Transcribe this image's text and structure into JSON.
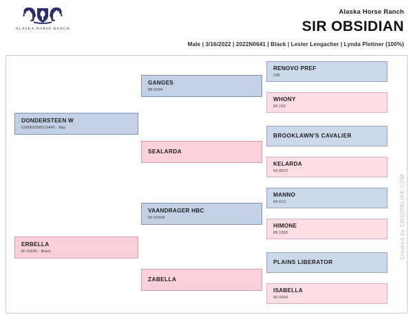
{
  "header": {
    "logo_text": "ALASKA HORSE RANCH",
    "ranch_name": "Alaska Horse Ranch",
    "horse_name": "SIR OBSIDIAN",
    "meta": "Male | 3/16/2022 | 2022N0641 | Black | Lester Lengacher | Lynda Plettner (100%)"
  },
  "watermark": "Created by CRIQONLINE.COM",
  "colors": {
    "sire_fill": "#c3d0e5",
    "dam_fill": "#fad0da",
    "sire_fill_light": "#ccd9ea",
    "dam_fill_light": "#fcdde4",
    "logo_navy": "#2b2f6b"
  },
  "pedigree": {
    "generation1": [
      {
        "name": "DONDERSTEEN W",
        "sub": "528003000013443 - Bay",
        "line": "sire"
      },
      {
        "name": "ERBELLA",
        "sub": "M-15605 - Black",
        "line": "dam"
      }
    ],
    "generation2": [
      {
        "name": "GANGES",
        "sub": "88.5294",
        "line": "sire"
      },
      {
        "name": "SEALARDA",
        "sub": "",
        "line": "dam"
      },
      {
        "name": "VAANDRAGER HBC",
        "sub": "02.02918",
        "line": "sire"
      },
      {
        "name": "ZABELLA",
        "sub": "",
        "line": "dam"
      }
    ],
    "generation3": [
      {
        "name": "RENOVO PREF",
        "sub": "245",
        "line": "sire"
      },
      {
        "name": "WHONY",
        "sub": "80.163",
        "line": "dam"
      },
      {
        "name": "BROOKLAWN'S CAVALIER",
        "sub": "",
        "line": "sire"
      },
      {
        "name": "KELARDA",
        "sub": "92.8023",
        "line": "dam"
      },
      {
        "name": "MANNO",
        "sub": "94.013",
        "line": "sire"
      },
      {
        "name": "HIMONE",
        "sub": "89.1550",
        "line": "dam"
      },
      {
        "name": "PLAINS LIBERATOR",
        "sub": "",
        "line": "sire"
      },
      {
        "name": "ISABELLA",
        "sub": "90.9264",
        "line": "dam"
      }
    ]
  }
}
